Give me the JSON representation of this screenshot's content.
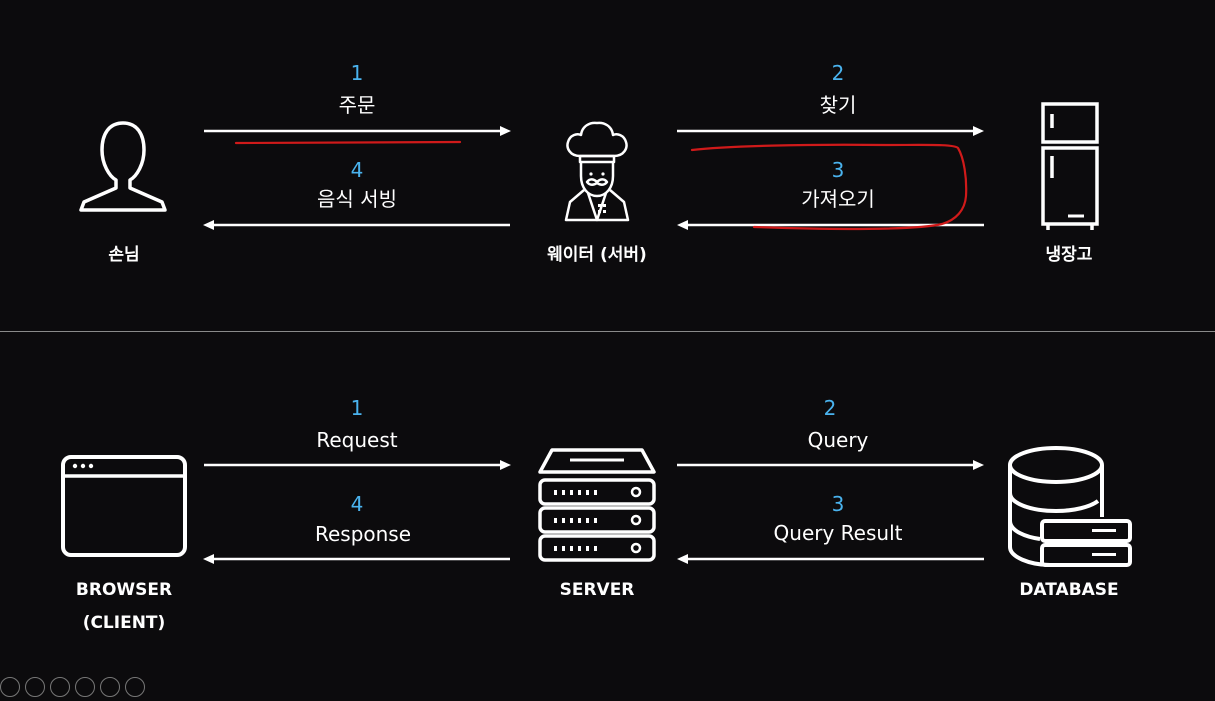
{
  "top": {
    "nodes": {
      "customer": "손님",
      "waiter": "웨이터 (서버)",
      "fridge": "냉장고"
    },
    "steps": [
      {
        "num": "1",
        "label": "주문"
      },
      {
        "num": "2",
        "label": "찾기"
      },
      {
        "num": "3",
        "label": "가져오기"
      },
      {
        "num": "4",
        "label": "음식 서빙"
      }
    ]
  },
  "bottom": {
    "nodes": {
      "browser_line1": "BROWSER",
      "browser_line2": "(CLIENT)",
      "server": "SERVER",
      "database": "DATABASE"
    },
    "steps": [
      {
        "num": "1",
        "label": "Request"
      },
      {
        "num": "2",
        "label": "Query"
      },
      {
        "num": "3",
        "label": "Query Result"
      },
      {
        "num": "4",
        "label": "Response"
      }
    ]
  },
  "colors": {
    "background": "#0c0b0d",
    "step_number": "#4ab3ee",
    "annotation": "#d01a1a"
  }
}
